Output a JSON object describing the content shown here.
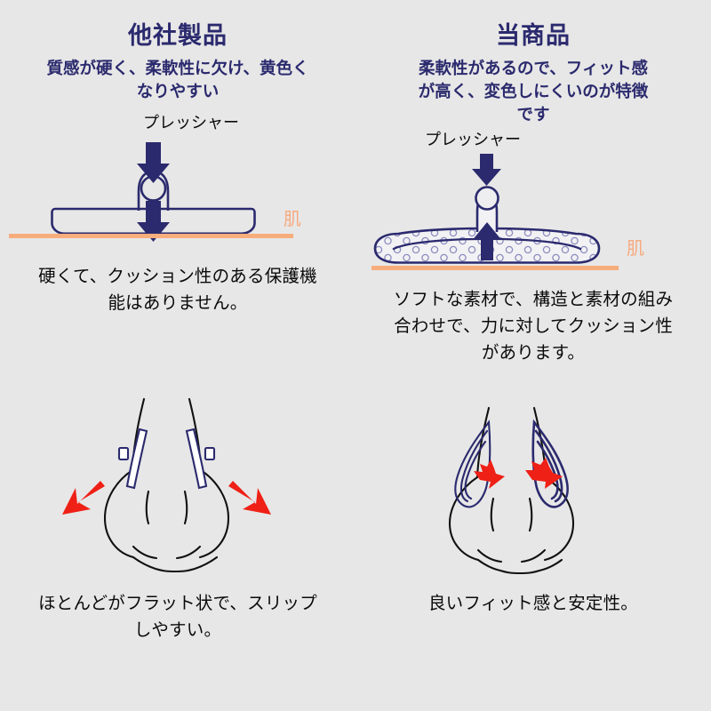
{
  "background_color": "#e7e7e7",
  "colors": {
    "navy": "#2b2a6e",
    "navy_dark": "#23226a",
    "red": "#ef2016",
    "skin_orange": "#f7ad7c",
    "skin_label_orange": "#f6aa7f",
    "black": "#0a0a0a"
  },
  "columns": [
    {
      "id": "other-company",
      "heading": "他社製品",
      "subheading": "質感が硬く、柔軟性に欠け、黄色くなりやすい",
      "pressure_label": "プレッシャー",
      "skin_label": "肌",
      "pressure_arrow_direction": "down",
      "device_arrow_direction": "down",
      "top_caption": "硬くて、クッション性のある保護機能はありません。",
      "bottom_caption": "ほとんどがフラット状で、スリップしやすい。",
      "nose_arrow_direction": "outward"
    },
    {
      "id": "our-product",
      "heading": "当商品",
      "subheading": "柔軟性があるので、フィット感が高く、変色しにくいのが特徴です",
      "pressure_label": "プレッシャー",
      "skin_label": "肌",
      "pressure_arrow_direction": "down",
      "device_arrow_direction": "up",
      "top_caption": "ソフトな素材で、構造と素材の組み合わせで、力に対してクッション性があります。",
      "bottom_caption": "良いフィット感と安定性。",
      "nose_arrow_direction": "inward"
    }
  ]
}
